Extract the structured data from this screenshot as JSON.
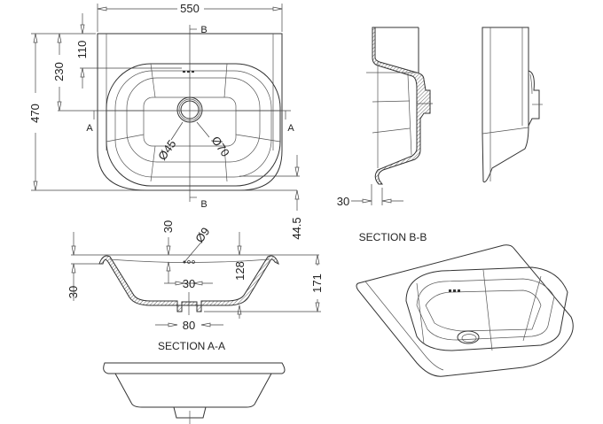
{
  "drawing": {
    "type": "technical drawing",
    "subject": "wash basin",
    "plan_view": {
      "width_dim": "550",
      "depth_dim": "470",
      "tap_offset_dim": "110",
      "waste_offset_dim": "230",
      "front_offset_dim": "44.5",
      "waste_outer_dia": "Ø45",
      "waste_flange_dia": "Ø70",
      "section_marks": {
        "a_left": "A",
        "a_right": "A",
        "b_top": "B",
        "b_bottom": "B"
      }
    },
    "section_a": {
      "title": "SECTION A-A",
      "rim_dim": "30",
      "hole_spacing_dim": "30",
      "hole_dia": "Ø9",
      "overflow_height_dim": "30",
      "bowl_depth_dim": "128",
      "overall_height_dim": "171",
      "waste_width_dim": "80"
    },
    "section_b": {
      "title": "SECTION B-B",
      "wall_dim": "30"
    }
  }
}
